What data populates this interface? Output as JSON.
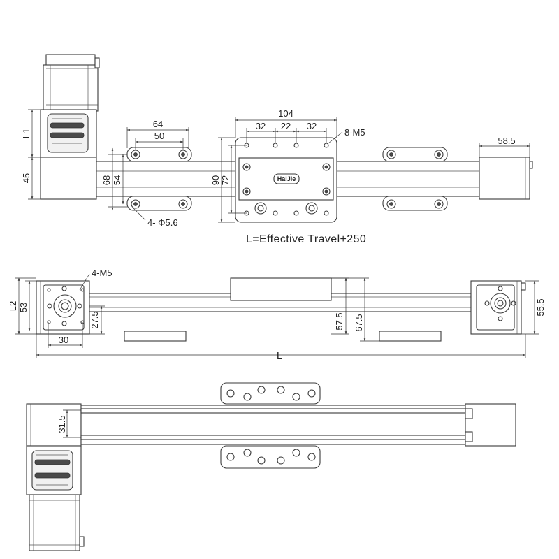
{
  "top_view": {
    "dim_104": "104",
    "dim_32_left": "32",
    "dim_22": "22",
    "dim_32_right": "32",
    "thread_8m5": "8-M5",
    "dim_64": "64",
    "dim_50": "50",
    "dim_58_5": "58.5",
    "dim_l1": "L1",
    "dim_45": "45",
    "dim_68": "68",
    "dim_54": "54",
    "dim_90": "90",
    "dim_72": "72",
    "hole_4_phi": "4- Φ5.6",
    "brand": "HaiJie",
    "travel_formula": "L=Effective Travel+250"
  },
  "side_view": {
    "thread_4m5": "4-M5",
    "dim_l2": "L2",
    "dim_53": "53",
    "dim_27_5": "27.5",
    "dim_57_5": "57.5",
    "dim_67_5": "67.5",
    "dim_55_5": "55.5",
    "dim_30": "30",
    "dim_l": "L"
  },
  "bottom_view": {
    "dim_31_5": "31.5"
  }
}
